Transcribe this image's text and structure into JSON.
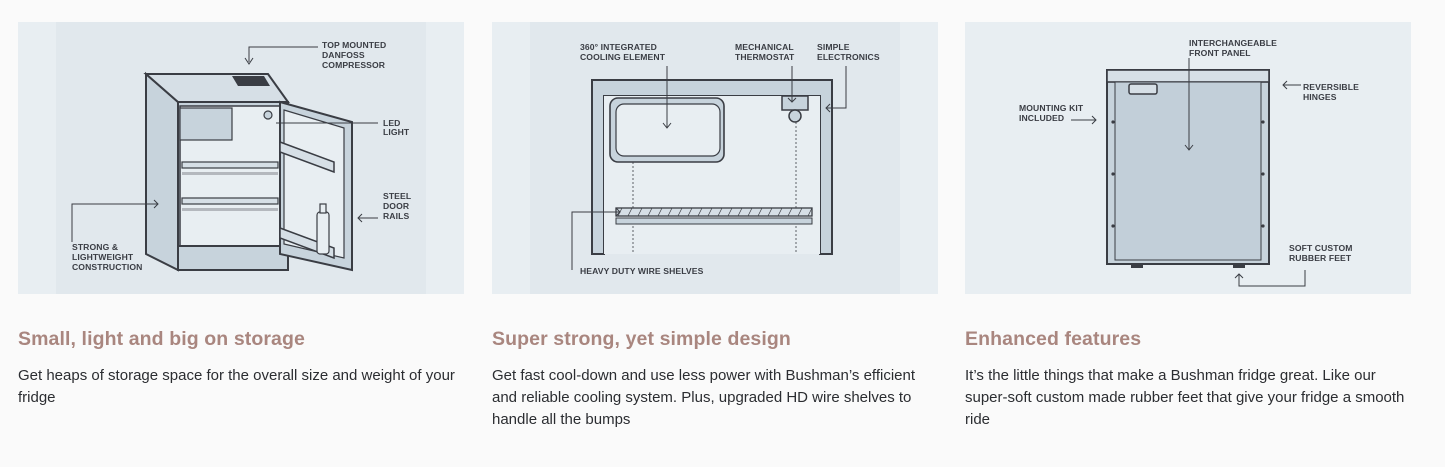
{
  "features": [
    {
      "title": "Small, light and big on storage",
      "description": "Get heaps of storage space for the overall size and weight of your fridge",
      "callouts": {
        "compressor": [
          "TOP MOUNTED",
          "DANFOSS",
          "COMPRESSOR"
        ],
        "led": [
          "LED",
          "LIGHT"
        ],
        "rails": [
          "STEEL",
          "DOOR",
          "RAILS"
        ],
        "construction": [
          "STRONG &",
          "LIGHTWEIGHT",
          "CONSTRUCTION"
        ]
      }
    },
    {
      "title": "Super strong, yet simple design",
      "description": "Get fast cool-down and use less power with Bushman’s efficient and reliable cooling system. Plus, upgraded HD wire shelves to handle all the bumps",
      "callouts": {
        "cooling": [
          "360° INTEGRATED",
          "COOLING ELEMENT"
        ],
        "thermostat": [
          "MECHANICAL",
          "THERMOSTAT"
        ],
        "electronics": [
          "SIMPLE",
          "ELECTRONICS"
        ],
        "shelves": [
          "HEAVY DUTY WIRE SHELVES"
        ]
      }
    },
    {
      "title": "Enhanced features",
      "description": "It’s the little things that make a Bushman fridge great. Like our super-soft custom made rubber feet that give your fridge a smooth ride",
      "callouts": {
        "panel": [
          "INTERCHANGEABLE",
          "FRONT PANEL"
        ],
        "hinges": [
          "REVERSIBLE",
          "HINGES"
        ],
        "mounting": [
          "MOUNTING KIT",
          "INCLUDED"
        ],
        "feet": [
          "SOFT CUSTOM",
          "RUBBER FEET"
        ]
      }
    }
  ],
  "colors": {
    "title": "#a9867f",
    "text": "#2b2d31",
    "panel_bg": "#e8eef2",
    "fridge_fill": "#c7d3dc",
    "outline": "#3a3d44"
  }
}
